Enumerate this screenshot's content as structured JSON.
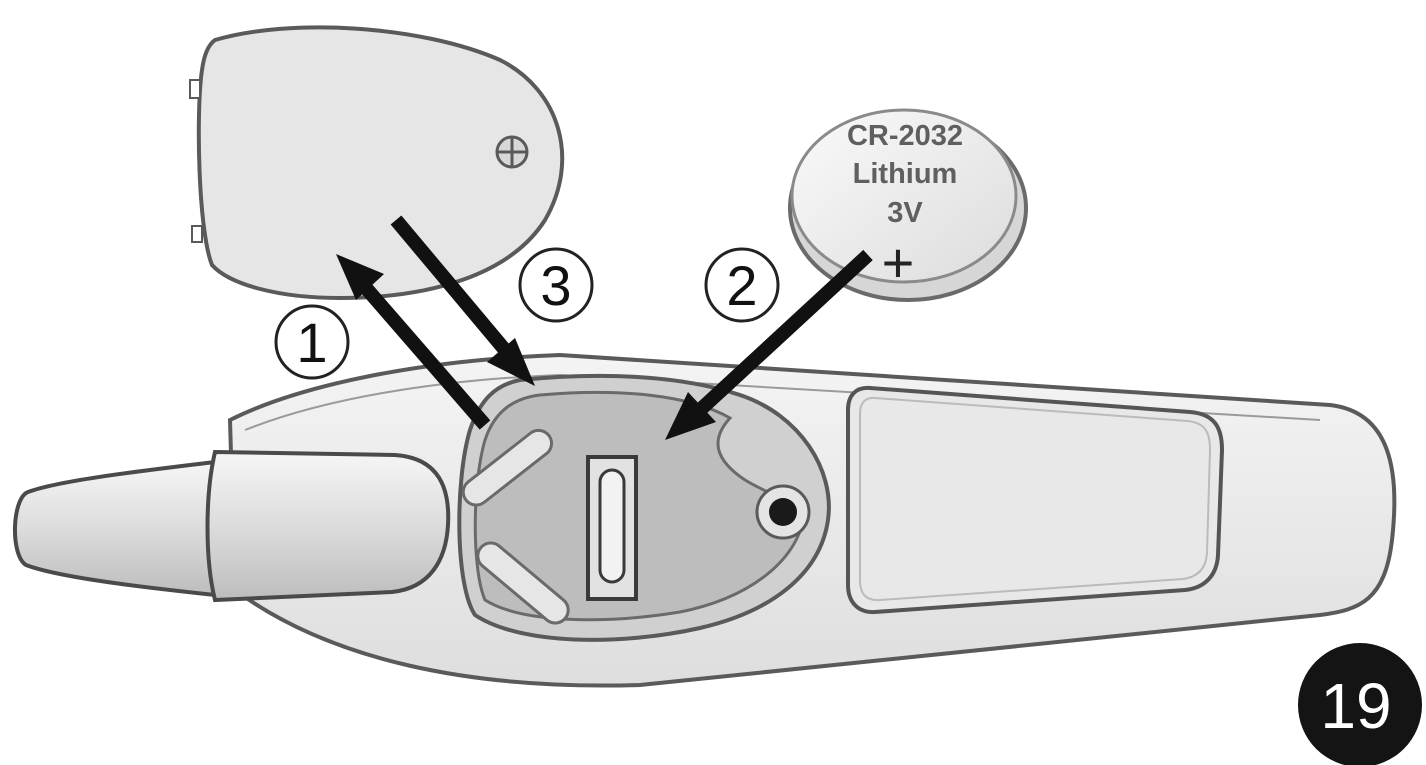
{
  "battery": {
    "line1": "CR-2032",
    "line2": "Lithium",
    "line3": "3V",
    "polarity": "+"
  },
  "steps": [
    "1",
    "2",
    "3"
  ],
  "page_number": "19",
  "colors": {
    "outline": "#5a5a5a",
    "body_fill": "#eaeaea",
    "compartment_fill": "#c8c8c8",
    "cover_fill": "#e4e4e4",
    "arrow": "#111111",
    "badge": "#141414",
    "badge_text": "#ffffff"
  }
}
